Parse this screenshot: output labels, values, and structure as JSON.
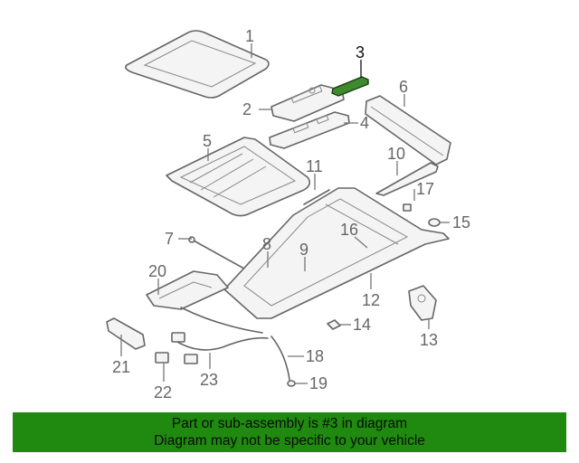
{
  "diagram": {
    "highlight_color": "#3e8a2c",
    "highlighted_callout": "3",
    "callouts": [
      {
        "id": "1",
        "label": "1"
      },
      {
        "id": "2",
        "label": "2"
      },
      {
        "id": "3",
        "label": "3"
      },
      {
        "id": "4",
        "label": "4"
      },
      {
        "id": "5",
        "label": "5"
      },
      {
        "id": "6",
        "label": "6"
      },
      {
        "id": "7",
        "label": "7"
      },
      {
        "id": "8",
        "label": "8"
      },
      {
        "id": "9",
        "label": "9"
      },
      {
        "id": "10",
        "label": "10"
      },
      {
        "id": "11",
        "label": "11"
      },
      {
        "id": "12",
        "label": "12"
      },
      {
        "id": "13",
        "label": "13"
      },
      {
        "id": "14",
        "label": "14"
      },
      {
        "id": "15",
        "label": "15"
      },
      {
        "id": "16",
        "label": "16"
      },
      {
        "id": "17",
        "label": "17"
      },
      {
        "id": "18",
        "label": "18"
      },
      {
        "id": "19",
        "label": "19"
      },
      {
        "id": "20",
        "label": "20"
      },
      {
        "id": "21",
        "label": "21"
      },
      {
        "id": "22",
        "label": "22"
      },
      {
        "id": "23",
        "label": "23"
      }
    ]
  },
  "banner": {
    "line1": "Part or sub-assembly is #3 in diagram",
    "line2": "Diagram may not be specific to your vehicle",
    "background": "#1f8a0f"
  }
}
